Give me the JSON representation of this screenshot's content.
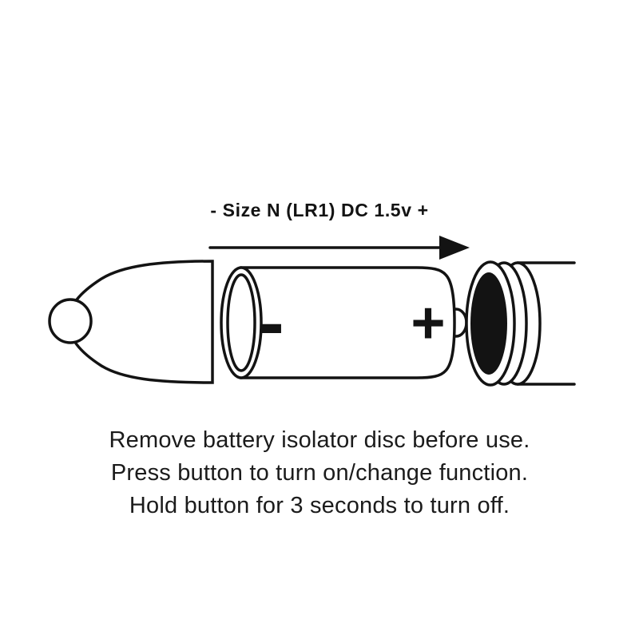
{
  "diagram": {
    "battery_label": "- Size N (LR1) DC 1.5v +",
    "negative_symbol": "-",
    "positive_symbol": "+",
    "stroke_color": "#131313",
    "isolator_disc_color": "#131313",
    "background_color": "#ffffff"
  },
  "instructions": {
    "line1": "Remove battery isolator disc before use.",
    "line2": "Press button to turn on/change function.",
    "line3": "Hold button for 3 seconds to turn off."
  }
}
